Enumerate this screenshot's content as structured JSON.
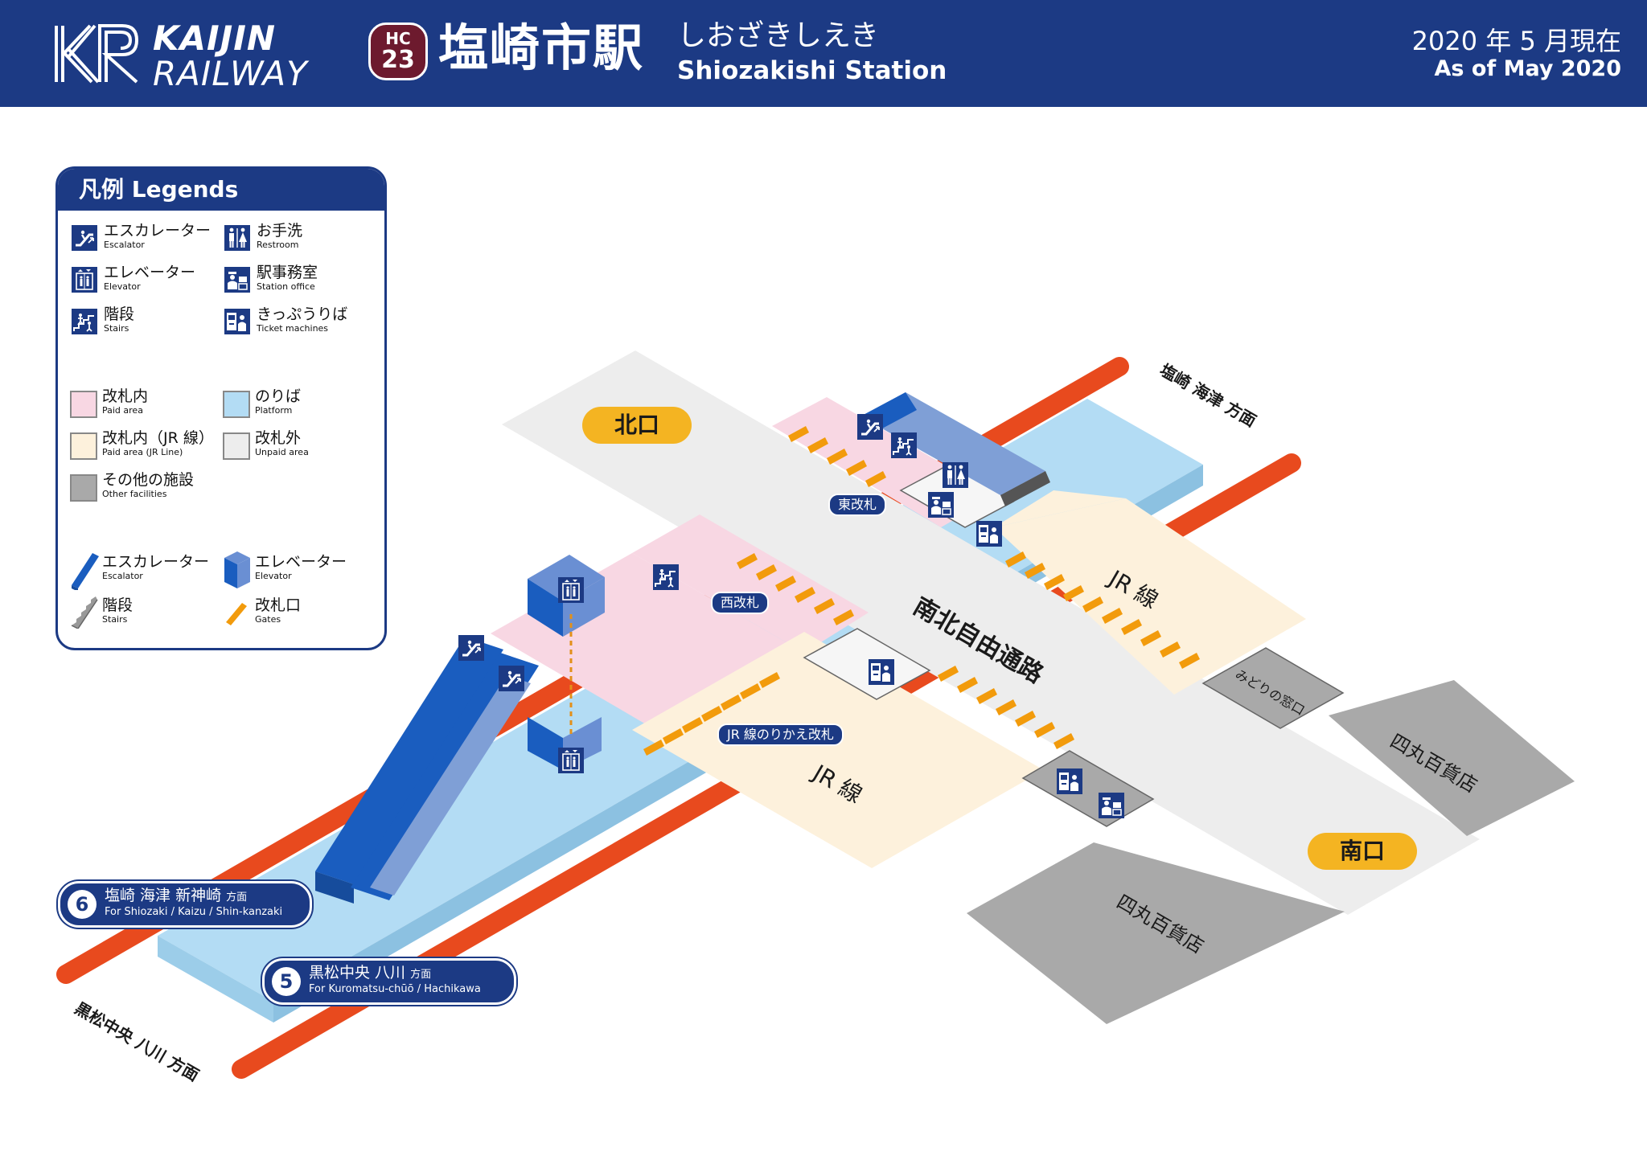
{
  "header": {
    "brand_line1": "KAIJIN",
    "brand_line2": "RAILWAY",
    "station_code_line": "HC",
    "station_number": "23",
    "station_name_jp": "塩崎市駅",
    "station_name_kana": "しおざきしえき",
    "station_name_en": "Shiozakishi Station",
    "date_jp": "2020 年 5 月現在",
    "date_en": "As of May 2020"
  },
  "legend": {
    "title": "凡例 Legends",
    "icons": [
      {
        "jp": "エスカレーター",
        "en": "Escalator",
        "icon": "escalator-icon"
      },
      {
        "jp": "お手洗",
        "en": "Restroom",
        "icon": "restroom-icon"
      },
      {
        "jp": "エレベーター",
        "en": "Elevator",
        "icon": "elevator-icon"
      },
      {
        "jp": "駅事務室",
        "en": "Station office",
        "icon": "station-office-icon"
      },
      {
        "jp": "階段",
        "en": "Stairs",
        "icon": "stairs-icon"
      },
      {
        "jp": "きっぷうりば",
        "en": "Ticket machines",
        "icon": "ticket-machine-icon"
      }
    ],
    "areas": [
      {
        "jp": "改札内",
        "en": "Paid area",
        "color": "#f8d7e3"
      },
      {
        "jp": "のりば",
        "en": "Platform",
        "color": "#b3dcf4"
      },
      {
        "jp": "改札内（JR 線）",
        "en": "Paid area (JR Line)",
        "color": "#fdf1dc"
      },
      {
        "jp": "改札外",
        "en": "Unpaid area",
        "color": "#ededed"
      },
      {
        "jp": "その他の施設",
        "en": "Other facilities",
        "color": "#a9a9a9"
      }
    ],
    "facilities": [
      {
        "jp": "エスカレーター",
        "en": "Escalator",
        "icon": "escalator-model-icon"
      },
      {
        "jp": "エレベーター",
        "en": "Elevator",
        "icon": "elevator-model-icon"
      },
      {
        "jp": "階段",
        "en": "Stairs",
        "icon": "stairs-model-icon"
      },
      {
        "jp": "改札口",
        "en": "Gates",
        "icon": "gate-model-icon"
      }
    ]
  },
  "map": {
    "exit_north": "北口",
    "exit_south": "南口",
    "gate_east": "東改札",
    "gate_west": "西改札",
    "gate_jr": "JR 線のりかえ改札",
    "concourse": "南北自由通路",
    "jr_line_north": "JR 線",
    "jr_line_south": "JR 線",
    "midori": "みどりの窓口",
    "dept_store_east": "四丸百貨店",
    "dept_store_south": "四丸百貨店",
    "direction_top": "塩崎 海津 方面",
    "direction_bottom": "黒松中央 八川 方面",
    "platform6": {
      "num": "6",
      "jp": "塩崎 海津 新神崎",
      "jp_suffix": "方面",
      "en": "For Shiozaki / Kaizu / Shin-kanzaki"
    },
    "platform5": {
      "num": "5",
      "jp": "黒松中央 八川",
      "jp_suffix": "方面",
      "en": "For Kuromatsu-chūō / Hachikawa"
    }
  },
  "colors": {
    "navy": "#1c3a84",
    "track": "#e84a1e",
    "platform": "#b3dcf4",
    "paid": "#f8d7e3",
    "paid_jr": "#fdf1dc",
    "unpaid": "#ededed",
    "other": "#a9a9a9",
    "gate": "#f29b0c",
    "exit": "#f4b422",
    "badge": "#6d1a2e"
  }
}
